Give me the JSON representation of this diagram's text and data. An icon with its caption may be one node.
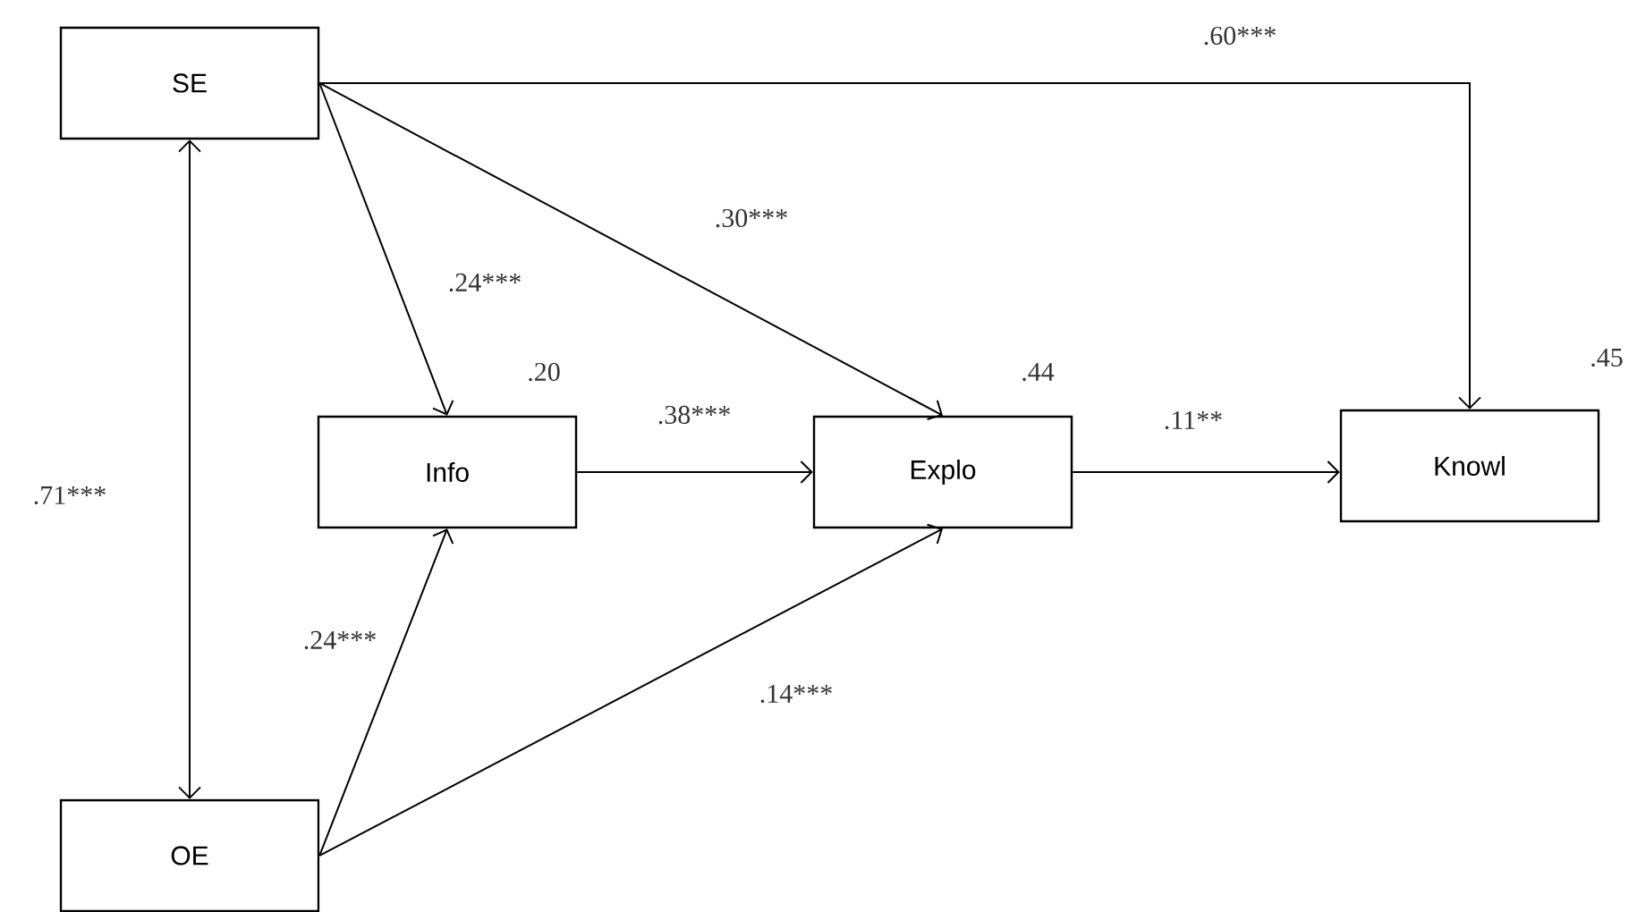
{
  "diagram": {
    "nodes": [
      {
        "text": [
          "SE"
        ]
      },
      {
        "text": [
          "Info"
        ],
        "beside": [
          ".20"
        ]
      },
      {
        "text": [
          "Explo"
        ],
        "beside": [
          ".44"
        ]
      },
      {
        "text": [
          "Knowl"
        ],
        "beside": [
          ".45"
        ]
      },
      {
        "text": [
          "OE"
        ]
      }
    ],
    "edges": [
      {
        "from": 0,
        "to": 3,
        "arrow": "to",
        "label": ".60***"
      },
      {
        "from": 0,
        "to": 2,
        "arrow": "to",
        "label": ".30***"
      },
      {
        "from": 0,
        "to": 1,
        "arrow": "to",
        "label": ".24***"
      },
      {
        "from": 0,
        "to": 4,
        "arrow": "both",
        "label": ".71***"
      },
      {
        "from": 1,
        "to": 2,
        "arrow": "to",
        "label": ".38***"
      },
      {
        "from": 2,
        "to": 3,
        "arrow": "to",
        "label": ".11**"
      },
      {
        "from": 4,
        "to": 1,
        "arrow": "to",
        "label": ".24***"
      },
      {
        "from": 4,
        "to": 2,
        "arrow": "to",
        "label": ".14***"
      }
    ]
  }
}
